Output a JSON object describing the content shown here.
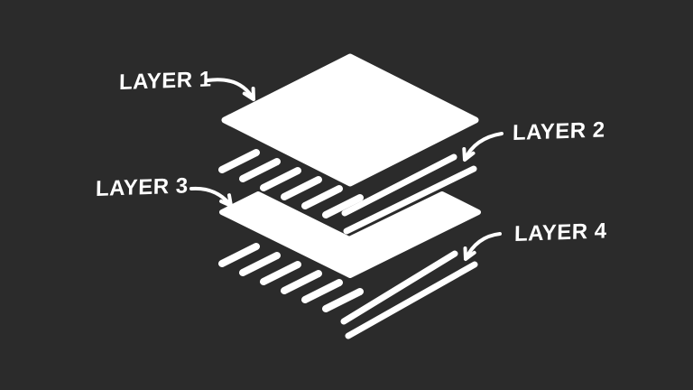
{
  "canvas": {
    "background_color": "#2b2b2b",
    "ink_color": "#ffffff"
  },
  "diagram": {
    "type": "isometric-layer-stack",
    "description": "Four stacked isometric planes drawn in white hand-sketch style on dark background, each annotated with a curved arrow and a handwritten label",
    "layers": [
      {
        "id": 1,
        "label": "LAYER 1",
        "style": "solid-plane",
        "label_side": "left"
      },
      {
        "id": 2,
        "label": "LAYER 2",
        "style": "hatched-plane",
        "label_side": "right"
      },
      {
        "id": 3,
        "label": "LAYER 3",
        "style": "chevron-band",
        "label_side": "left"
      },
      {
        "id": 4,
        "label": "LAYER 4",
        "style": "hatched-plane",
        "label_side": "right"
      }
    ]
  }
}
